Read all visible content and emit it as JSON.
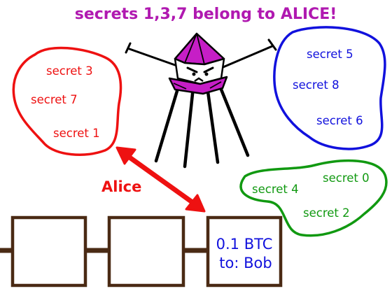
{
  "title": "secrets 1,3,7 belong to ALICE!",
  "alice_label": "Alice",
  "colors": {
    "title": "#b019b0",
    "red": "#ee1111",
    "blue": "#1111dd",
    "green": "#119911",
    "chain": "#4a2a14",
    "robot_face": "#ffffff",
    "robot_roof": "#c61ec6"
  },
  "red_blob": {
    "secrets": [
      "secret 3",
      "secret 7",
      "secret 1"
    ]
  },
  "blue_blob": {
    "secrets": [
      "secret 5",
      "secret 8",
      "secret 6"
    ]
  },
  "green_blob": {
    "secrets": [
      "secret 0",
      "secret 4",
      "secret 2"
    ]
  },
  "chain": {
    "blocks": [
      {
        "lines": []
      },
      {
        "lines": []
      },
      {
        "lines": [
          "0.1 BTC",
          "to: Bob"
        ]
      }
    ]
  },
  "icons": {
    "robot": "robot-icon",
    "arrow": "double-arrow-icon"
  }
}
